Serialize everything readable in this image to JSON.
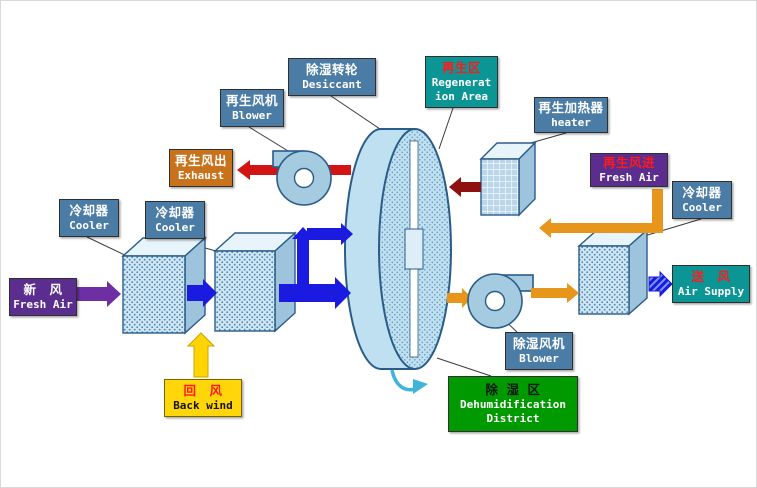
{
  "labels": {
    "desiccant_wheel": {
      "zh": "除湿转轮",
      "en": "Desiccant"
    },
    "regeneration_area": {
      "zh": "再生区",
      "en": "Regeneration Area"
    },
    "regen_blower": {
      "zh": "再生风机",
      "en": "Blower"
    },
    "regen_heater": {
      "zh": "再生加热器",
      "en": "heater"
    },
    "regen_air_out": {
      "zh": "再生风出",
      "en": "Exhaust"
    },
    "regen_air_in": {
      "zh": "再生风进",
      "en": "Fresh Air"
    },
    "cooler_left": {
      "zh": "冷却器",
      "en": "Cooler"
    },
    "cooler_mid": {
      "zh": "冷却器",
      "en": "Cooler"
    },
    "cooler_right": {
      "zh": "冷却器",
      "en": "Cooler"
    },
    "fresh_air": {
      "zh": "新　风",
      "en": "Fresh Air"
    },
    "air_supply": {
      "zh": "送　风",
      "en": "Air Supply"
    },
    "back_wind": {
      "zh": "回　风",
      "en": "Back wind"
    },
    "dehum_blower": {
      "zh": "除湿风机",
      "en": "Blower"
    },
    "dehum_district": {
      "zh": "除  湿  区",
      "en_line1": "Dehumidification",
      "en_line2": "District"
    }
  },
  "colors": {
    "box_steel": "#4a7ca6",
    "box_teal": "#0b9595",
    "box_purple": "#5b2d8f",
    "box_orange": "#c8731c",
    "box_yellow": "#ffd60a",
    "box_green": "#009a00",
    "text_red": "#ff1a1a",
    "text_black": "#141414",
    "arrow_blue": "#1a1ae0",
    "arrow_purple": "#6e2fa4",
    "arrow_red": "#d21414",
    "arrow_dark_red": "#8e1010",
    "arrow_orange": "#e8951c",
    "arrow_yellow": "#ffd400",
    "rotation_arrow": "#3fb4d8",
    "unit_stroke": "#2a5c8a",
    "unit_top": "#e8f4fb",
    "unit_side": "#9ec3dc",
    "rotor_fill": "#bfe0f0",
    "connector": "#3c3c3c"
  }
}
